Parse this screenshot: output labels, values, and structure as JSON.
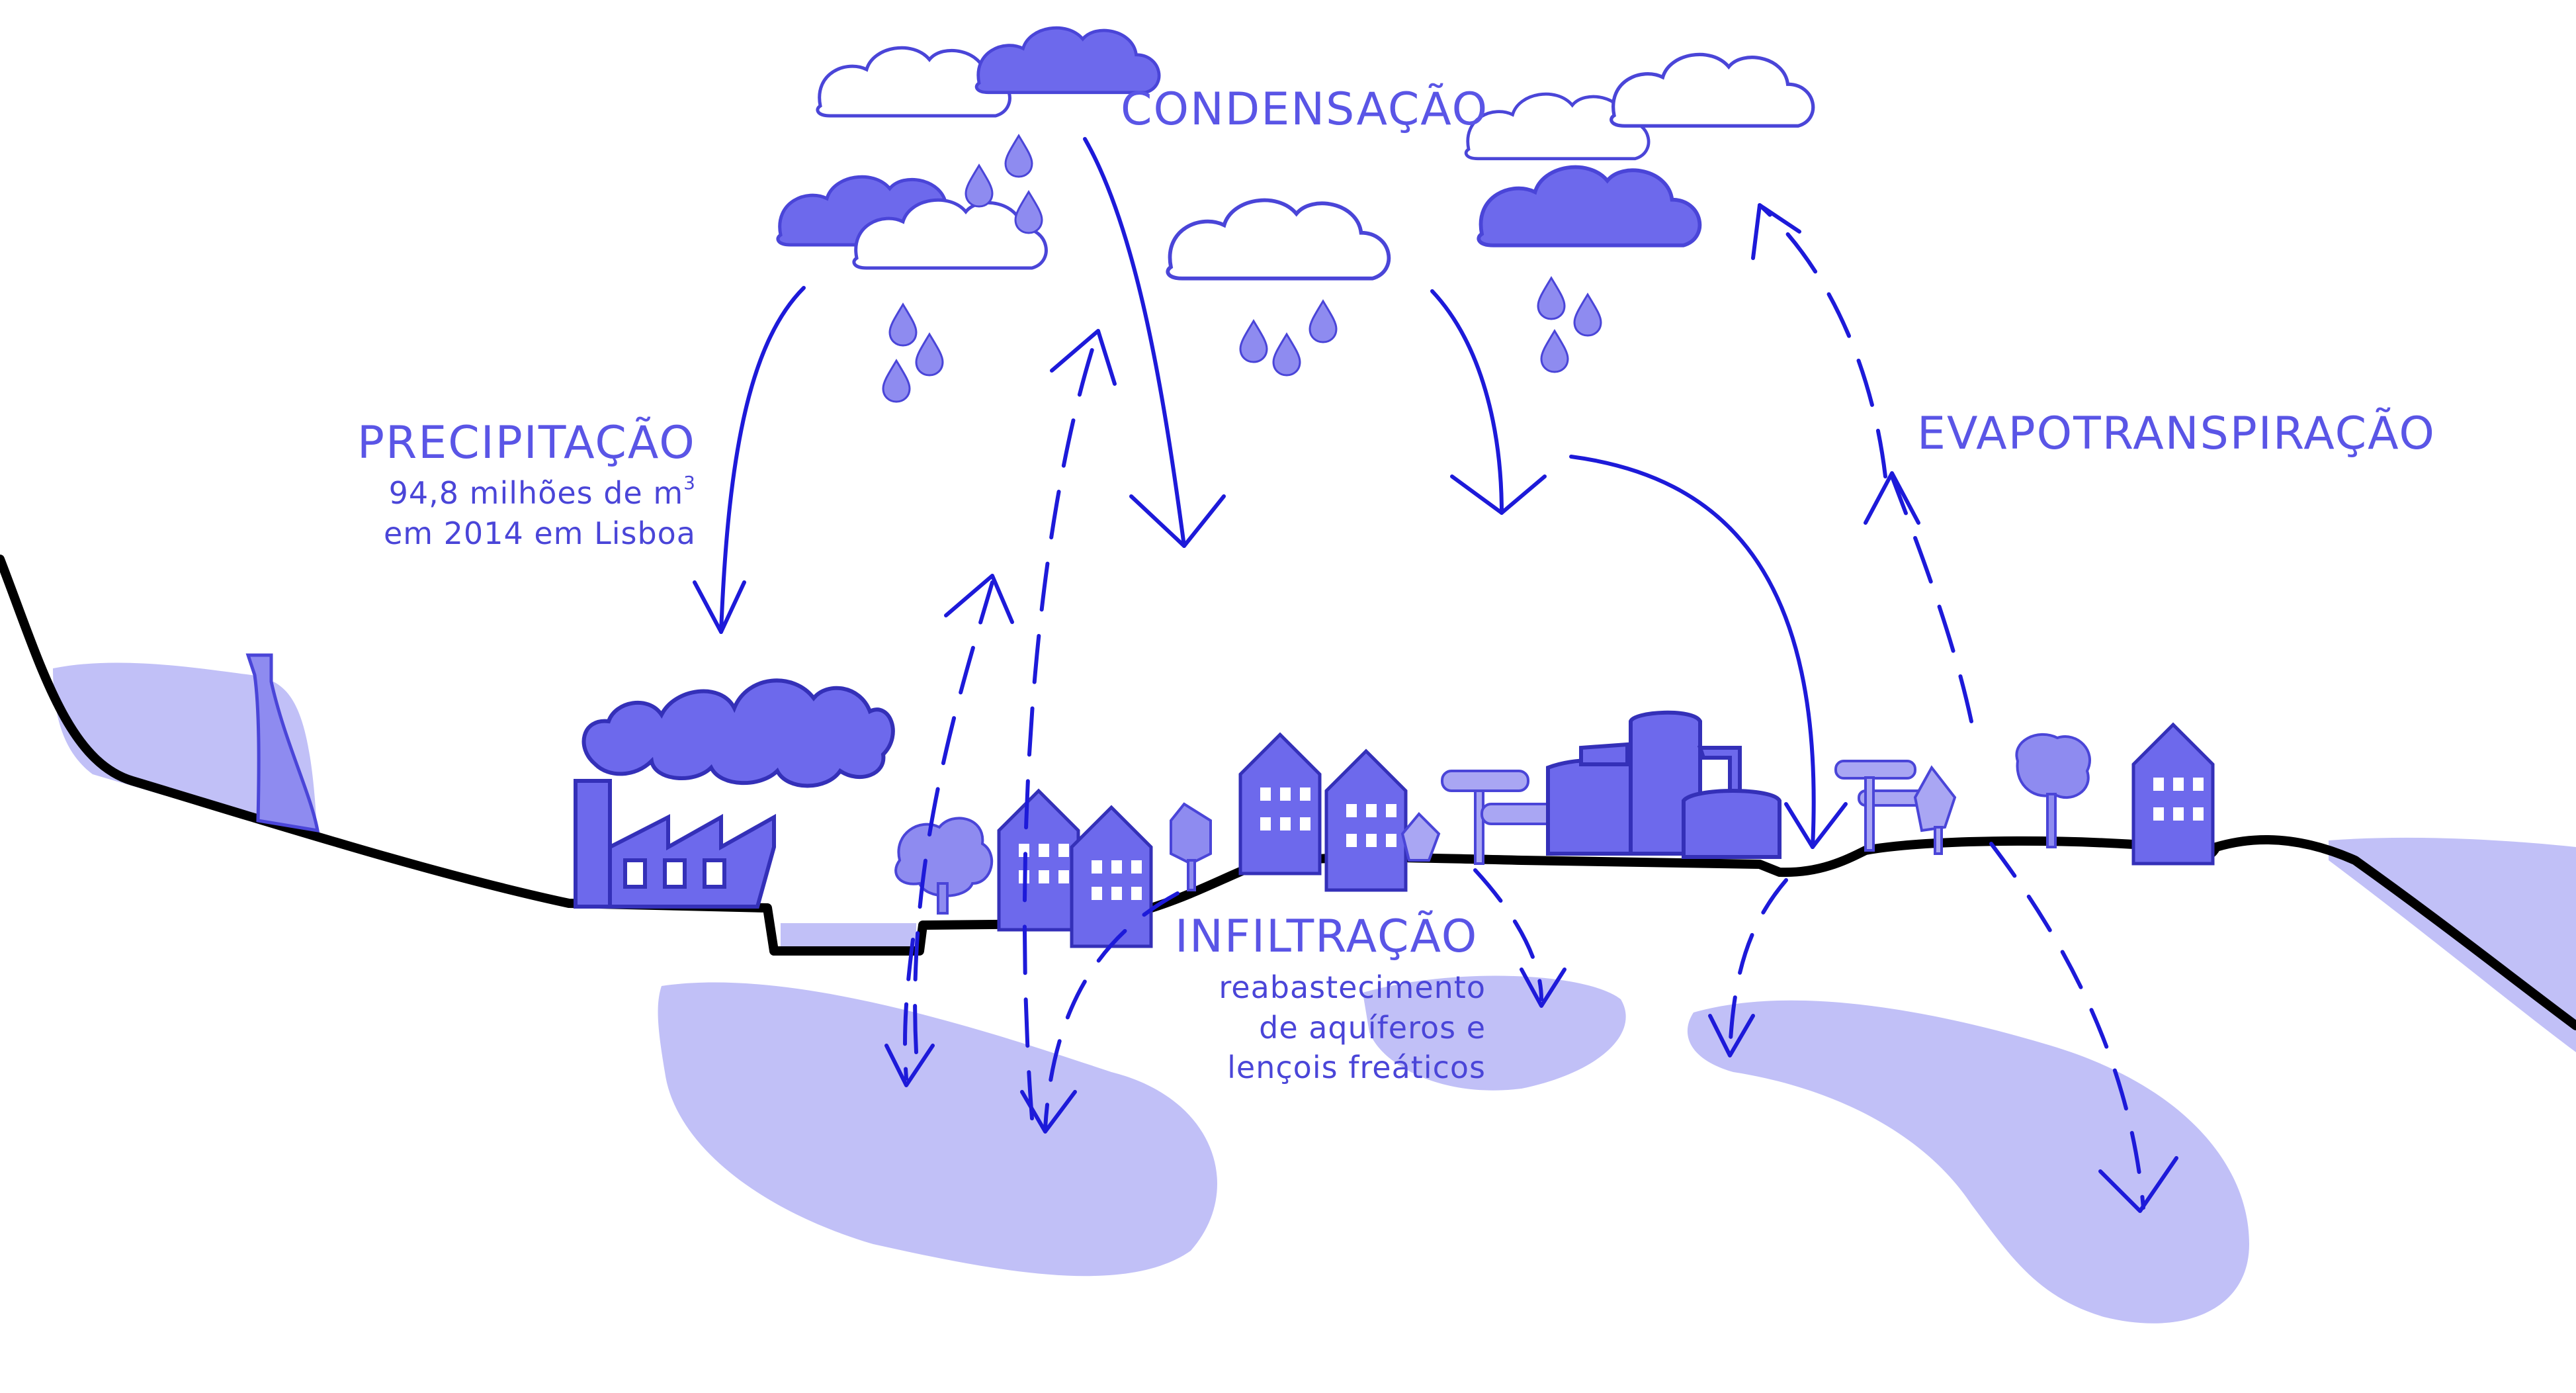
{
  "colors": {
    "accent": "#5a55e6",
    "arrow": "#1d1ad9",
    "water": "#c1c0f7",
    "ground": "#000000",
    "building_fill": "#6d69ec",
    "building_dark": "#3430b8"
  },
  "labels": {
    "condensacao": "CONDENSAÇÃO",
    "precipitacao": {
      "title": "PRECIPITAÇÃO",
      "line1_pre": "94,8 milhões de m",
      "line1_sup": "3",
      "line2": "em 2014 em Lisboa"
    },
    "evapotranspiracao": "EVAPOTRANSPIRAÇÃO",
    "infiltracao": {
      "title": "INFILTRAÇÃO",
      "line1": "reabastecimento",
      "line2": "de aquíferos e",
      "line3": "lençois freáticos"
    }
  },
  "icons": [
    "cloud-icon",
    "raindrop-icon",
    "factory-icon",
    "chimney-icon",
    "house-icon",
    "tree-icon",
    "storage-tank-icon",
    "smoke-icon"
  ]
}
